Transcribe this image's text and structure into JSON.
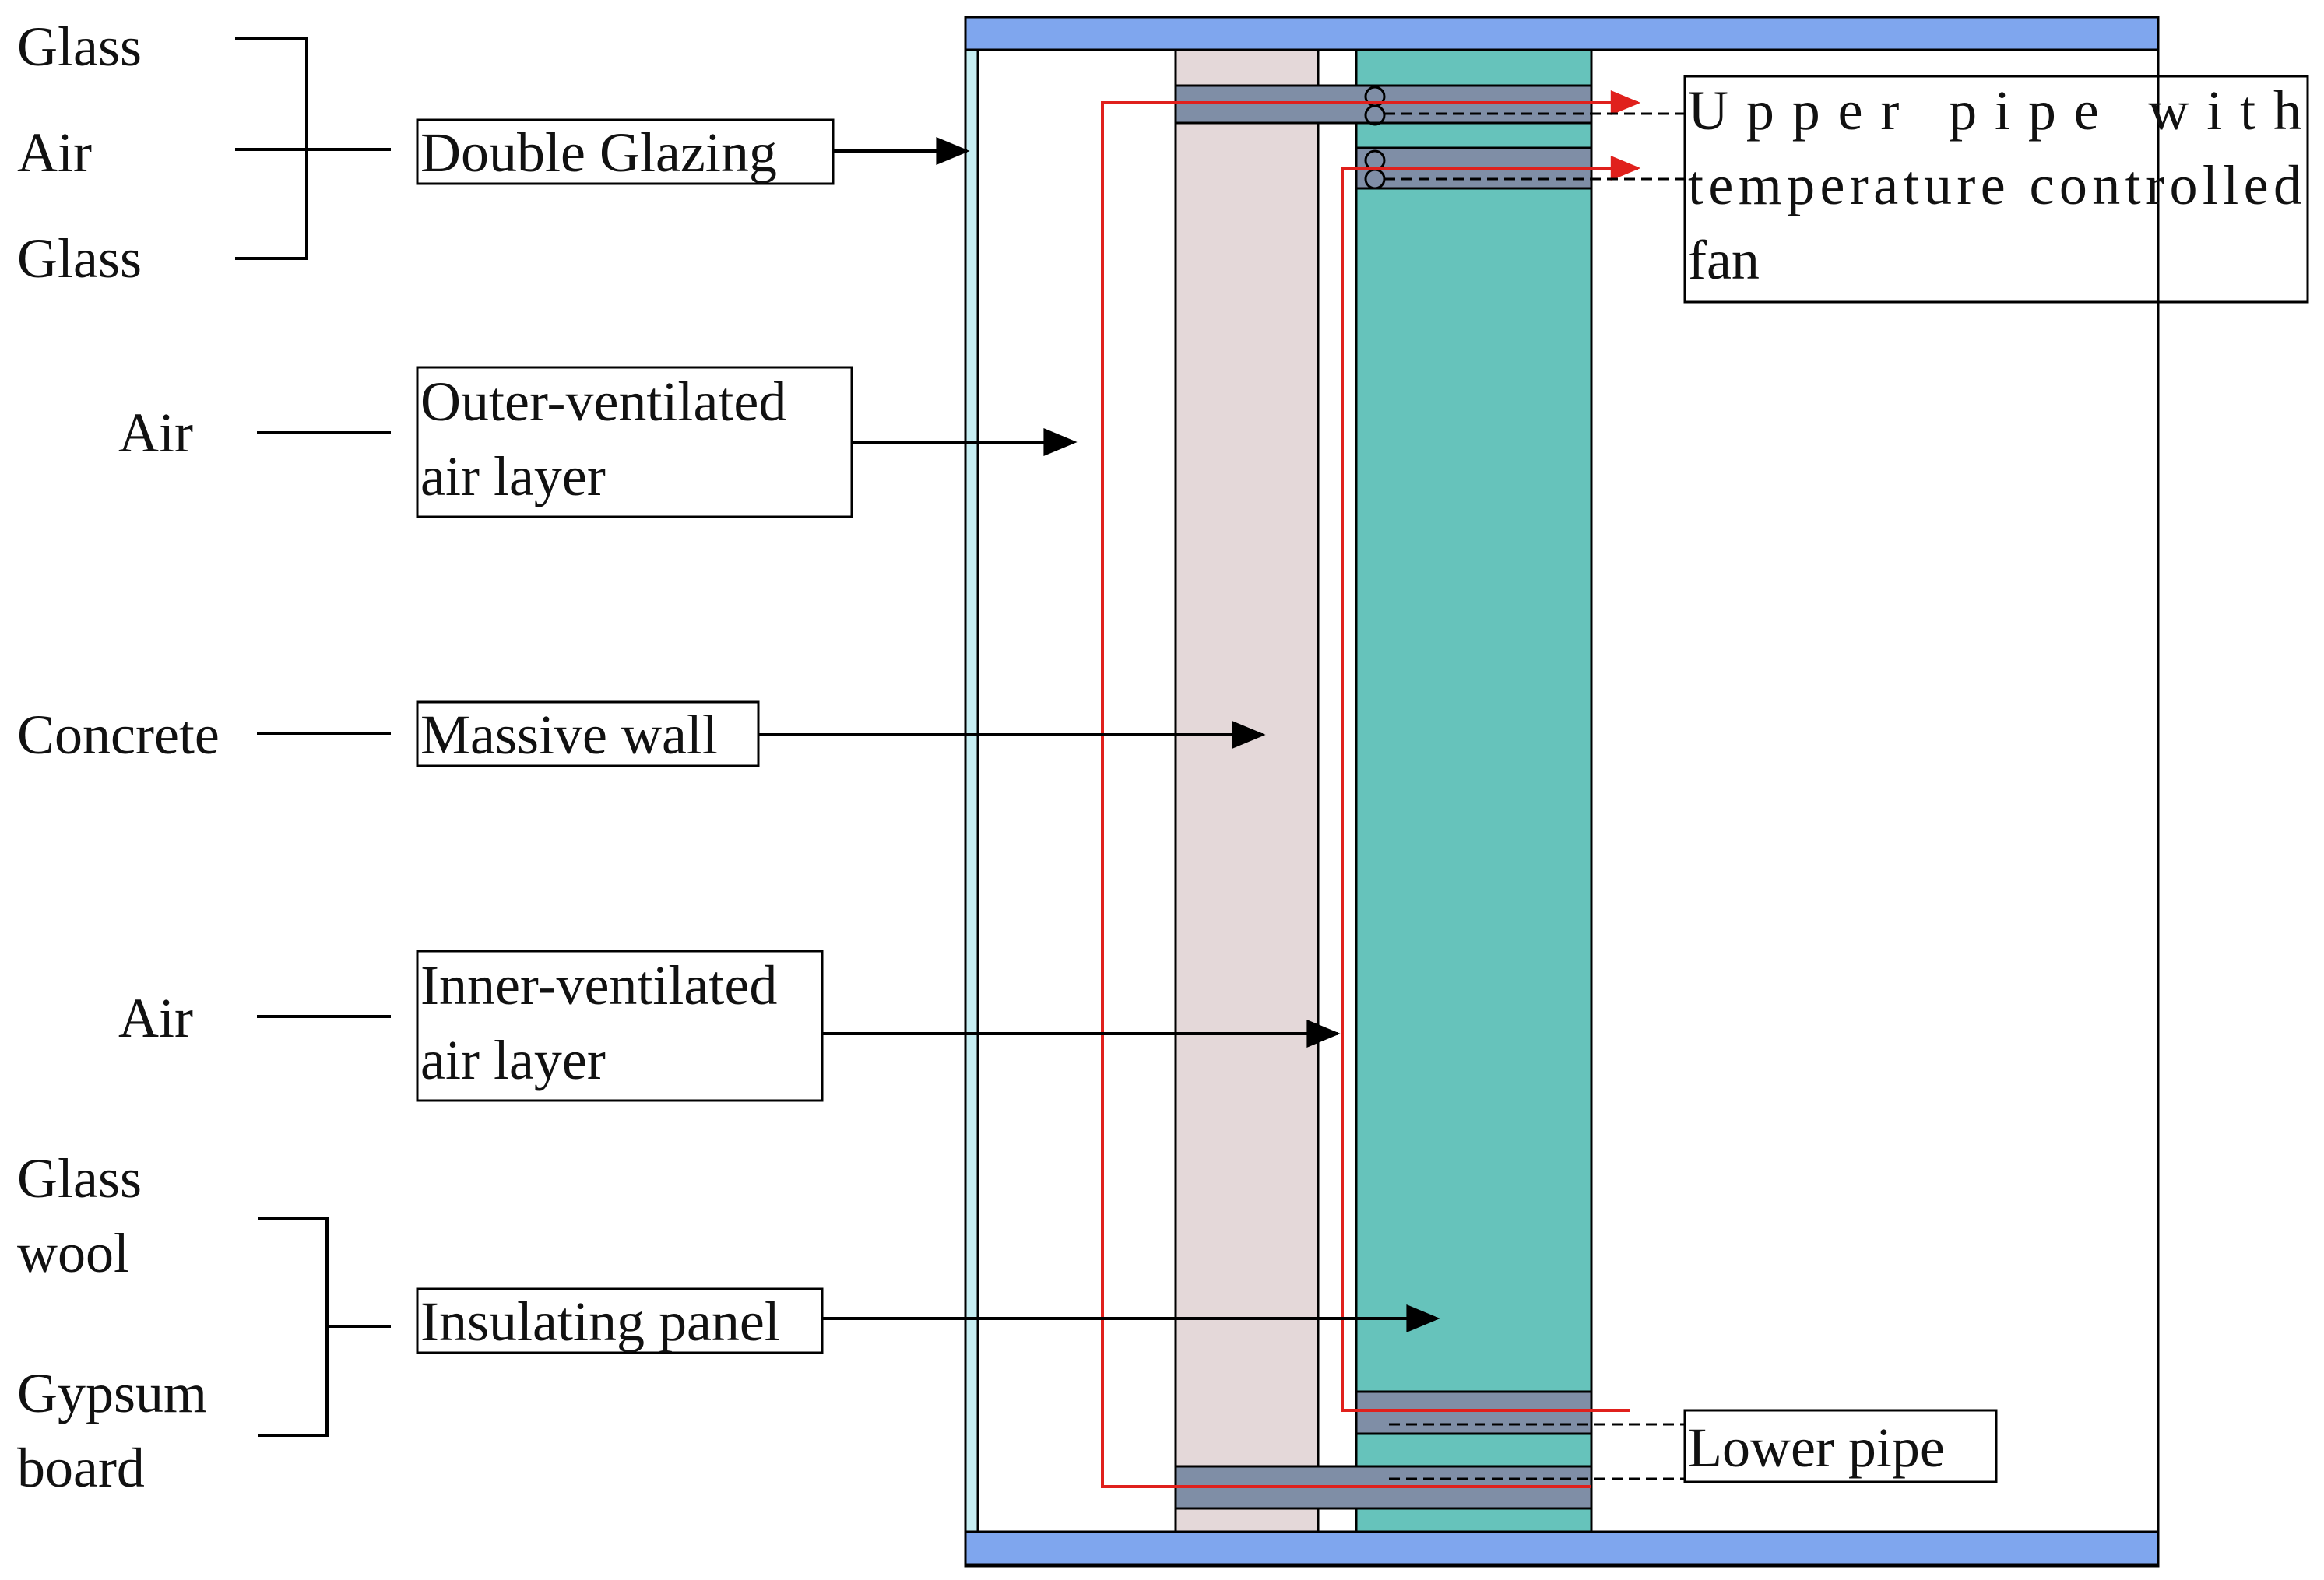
{
  "materials": {
    "glass_top": "Glass",
    "air_top": "Air",
    "glass_bottom": "Glass",
    "air_outer": "Air",
    "concrete": "Concrete",
    "air_inner": "Air",
    "glass_wool_line1": "Glass",
    "glass_wool_line2": "wool",
    "gypsum_line1": "Gypsum",
    "gypsum_line2": "board"
  },
  "components": {
    "double_glazing": "Double Glazing",
    "outer_air_line1": "Outer-ventilated",
    "outer_air_line2": "air layer",
    "massive_wall": "Massive wall",
    "inner_air_line1": "Inner-ventilated",
    "inner_air_line2": "air layer",
    "insulating_panel": "Insulating panel"
  },
  "pipes": {
    "upper_line1": "Upper pipe with",
    "upper_line2": "temperature controlled",
    "upper_line3": "fan",
    "lower": "Lower pipe"
  },
  "colors": {
    "frame_blue": "#7fa6ee",
    "glazing": "#c6eef2",
    "concrete": "#e4d8d9",
    "insulation": "#66c3bb",
    "pipe": "#7f8ea6",
    "flow_red": "#e0201c",
    "leader": "#000000"
  }
}
